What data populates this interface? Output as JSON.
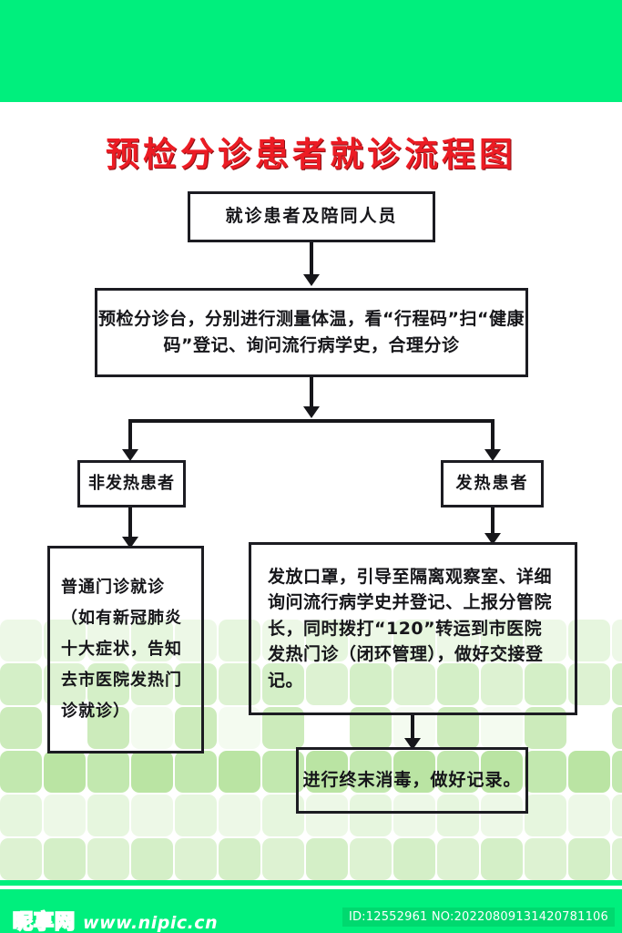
{
  "poster": {
    "title": "预检分诊患者就诊流程图",
    "title_color": "#ec1c24",
    "banner_color": "#00ef7d"
  },
  "flowchart": {
    "type": "flow-diagram",
    "nodes": [
      {
        "id": "intake",
        "label": "就诊患者及陪同人员"
      },
      {
        "id": "triage",
        "label": "预检分诊台，分别进行测量体温，看“行程码”扫“健康码”登记、询问流行病学史，合理分诊"
      },
      {
        "id": "nonfever",
        "label": "非发热患者"
      },
      {
        "id": "fever",
        "label": "发热患者"
      },
      {
        "id": "general",
        "label": "普通门诊就诊（如有新冠肺炎十大症状，告知去市医院发热门诊就诊）"
      },
      {
        "id": "feverflow",
        "label": "发放口罩，引导至隔离观察室、详细询问流行病学史并登记、上报分管院长，同时拨打“120”转运到市医院发热门诊（闭环管理），做好交接登记。"
      },
      {
        "id": "disinfect",
        "label": "进行终末消毒，做好记录。"
      }
    ]
  },
  "footer": {
    "brand_cn": "昵享网",
    "brand_url": "www.nipic.cn",
    "id_text": "ID:12552961 NO:20220809131420781106",
    "bar_color": "#00ef7d"
  }
}
